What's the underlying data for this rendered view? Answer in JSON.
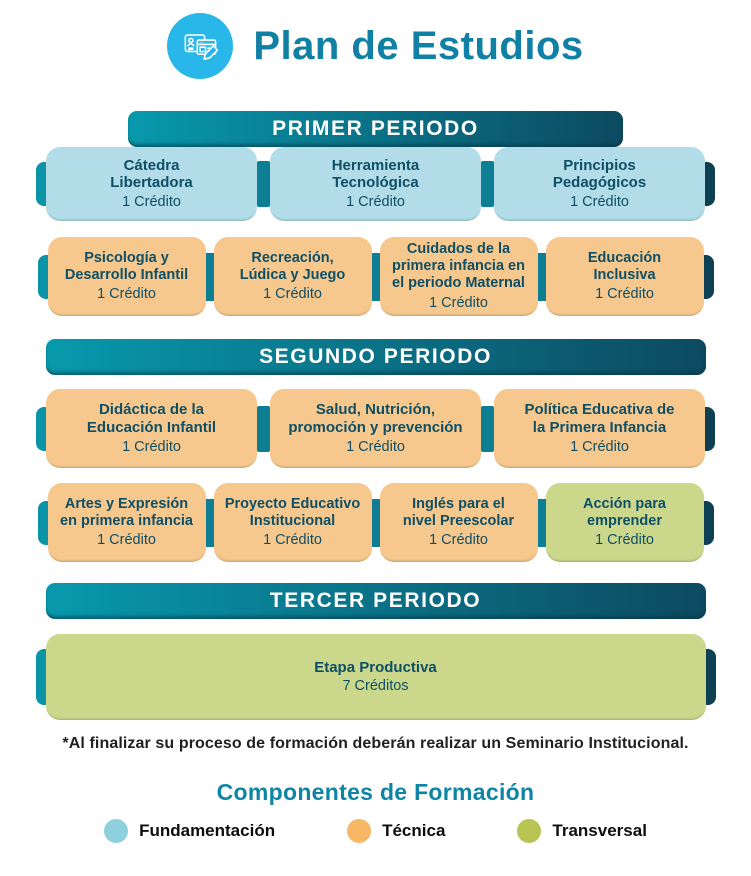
{
  "header": {
    "title": "Plan de Estudios"
  },
  "periods": [
    {
      "label": "PRIMER PERIODO",
      "rows": [
        {
          "cards": [
            {
              "title": "Cátedra\nLibertadora",
              "credits": "1 Crédito",
              "component": "Fundamentación"
            },
            {
              "title": "Herramienta\nTecnológica",
              "credits": "1 Crédito",
              "component": "Fundamentación"
            },
            {
              "title": "Principios\nPedagógicos",
              "credits": "1 Crédito",
              "component": "Fundamentación"
            }
          ]
        },
        {
          "cards": [
            {
              "title": "Psicología y\nDesarrollo Infantil",
              "credits": "1 Crédito",
              "component": "Técnica"
            },
            {
              "title": "Recreación,\nLúdica y Juego",
              "credits": "1 Crédito",
              "component": "Técnica"
            },
            {
              "title": "Cuidados de la\nprimera infancia en\nel periodo Maternal",
              "credits": "1 Crédito",
              "component": "Técnica"
            },
            {
              "title": "Educación\nInclusiva",
              "credits": "1 Crédito",
              "component": "Técnica"
            }
          ]
        }
      ]
    },
    {
      "label": "SEGUNDO PERIODO",
      "rows": [
        {
          "cards": [
            {
              "title": "Didáctica de la\nEducación Infantil",
              "credits": "1 Crédito",
              "component": "Técnica"
            },
            {
              "title": "Salud, Nutrición,\npromoción y prevención",
              "credits": "1 Crédito",
              "component": "Técnica"
            },
            {
              "title": "Política Educativa de\nla Primera Infancia",
              "credits": "1 Crédito",
              "component": "Técnica"
            }
          ]
        },
        {
          "cards": [
            {
              "title": "Artes y Expresión\nen primera infancia",
              "credits": "1 Crédito",
              "component": "Técnica"
            },
            {
              "title": "Proyecto Educativo\nInstitucional",
              "credits": "1 Crédito",
              "component": "Técnica"
            },
            {
              "title": "Inglés para el\nnivel Preescolar",
              "credits": "1 Crédito",
              "component": "Técnica"
            },
            {
              "title": "Acción para\nemprender",
              "credits": "1 Crédito",
              "component": "Transversal"
            }
          ]
        }
      ]
    },
    {
      "label": "TERCER PERIODO",
      "rows": [
        {
          "cards": [
            {
              "title": "Etapa Productiva",
              "credits": "7 Créditos",
              "component": "Transversal"
            }
          ]
        }
      ]
    }
  ],
  "footnote": "*Al finalizar su proceso de formación deberán realizar un Seminario Institucional.",
  "legend": {
    "title": "Componentes de Formación",
    "items": [
      {
        "label": "Fundamentación",
        "color": "#8fd0de"
      },
      {
        "label": "Técnica",
        "color": "#f6b767"
      },
      {
        "label": "Transversal",
        "color": "#b6c554"
      }
    ]
  },
  "colors": {
    "accent_teal": "#1081a4",
    "banner_gradient_start": "#0899ad",
    "banner_gradient_end": "#0c4a60",
    "card_fundamentacion": "#b2dde8",
    "card_tecnica": "#f6c88e",
    "card_transversal": "#cbd88c",
    "card_text": "#0e4f66",
    "connector": "#0e7e95",
    "icon_circle": "#29b6e8"
  }
}
